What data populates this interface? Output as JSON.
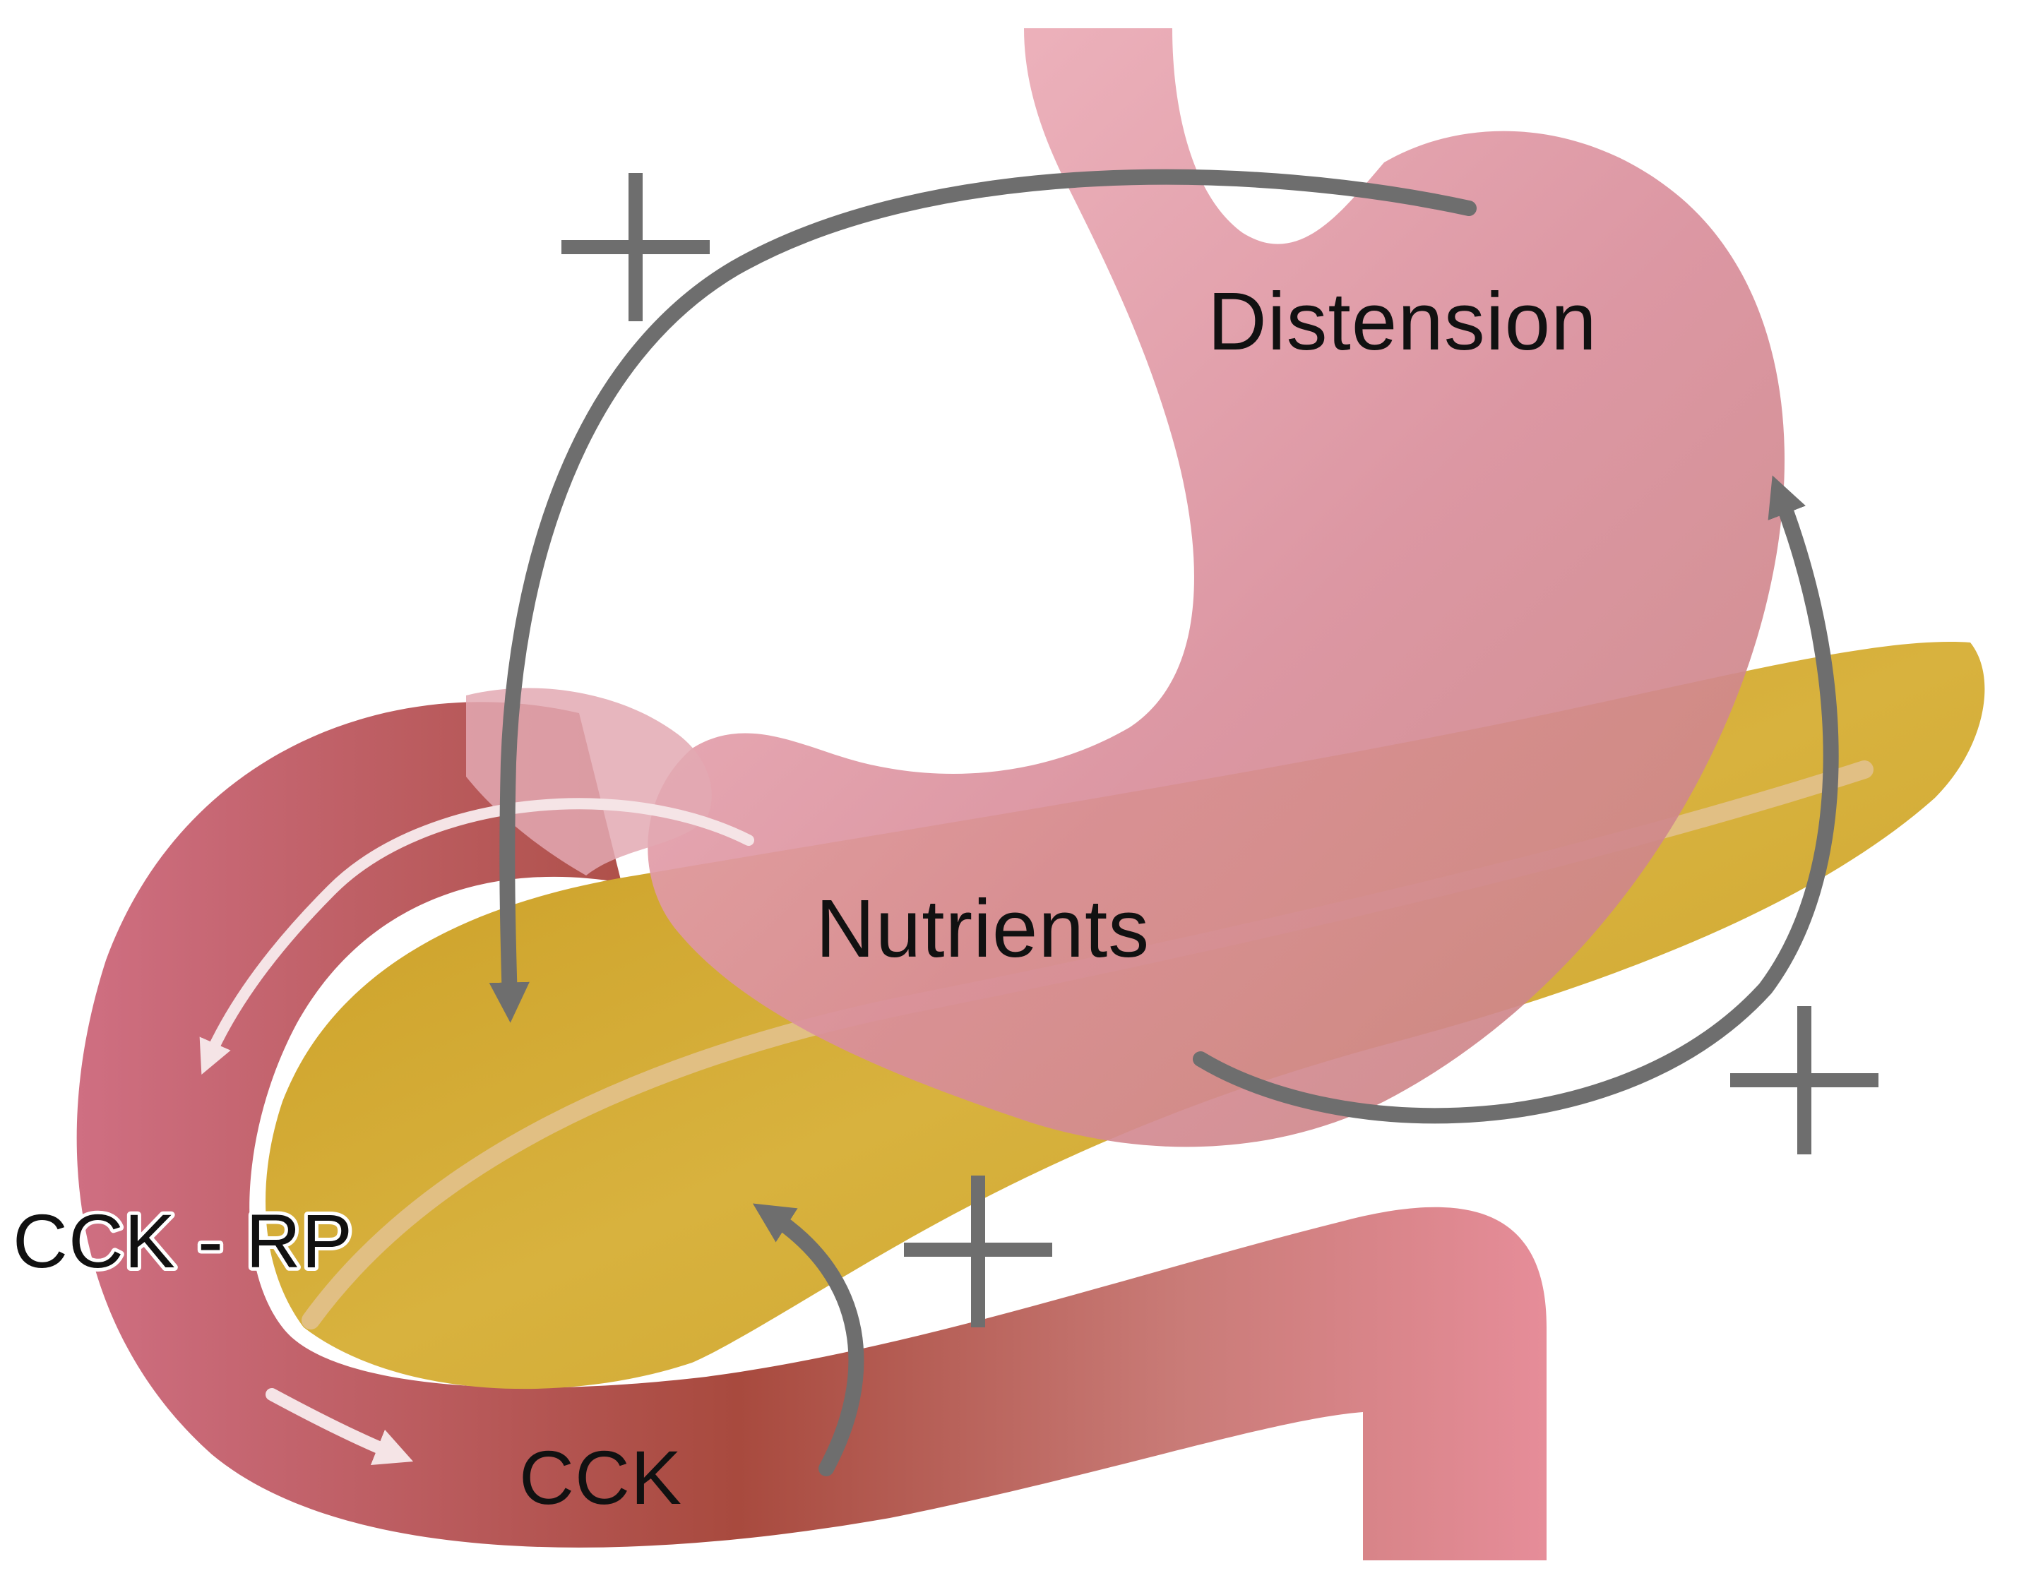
{
  "labels": {
    "distension": "Distension",
    "nutrients": "Nutrients",
    "cck_rp": "CCK - RP",
    "cck": "CCK",
    "plus": "+"
  },
  "colors": {
    "stomach_light": "#eeb0bb",
    "stomach_mid": "#d88e9a",
    "stomach_dark": "#c47a7e",
    "duodenum_light": "#e28a98",
    "duodenum_dark": "#a1473c",
    "pancreas": "#c9a128",
    "pancreas_light": "#e6c65a",
    "duct": "#e2c18c",
    "arrow": "#6e6e6e",
    "flow_arrow": "#f5e4e6",
    "text": "#111111"
  },
  "icons": [
    "plus-sign",
    "feedback-arrow",
    "flow-arrow"
  ]
}
